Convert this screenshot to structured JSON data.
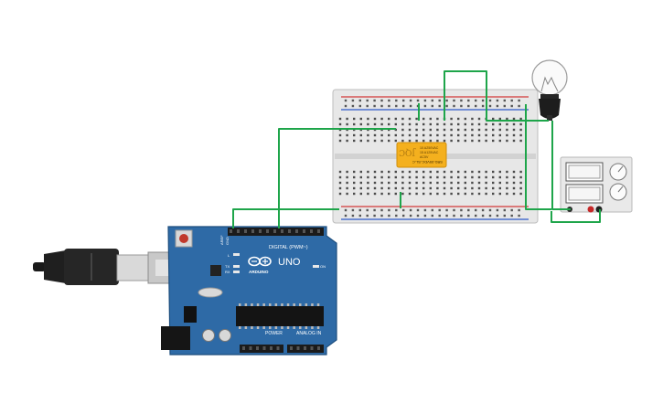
{
  "colors": {
    "wire": "#1ea54a",
    "board": "#2e6aa6",
    "relay": "#f4b01e",
    "breadboard": "#e6e6e6",
    "rail_red": "#d23a3a",
    "rail_blue": "#2d58c8"
  },
  "relay": {
    "brand": "JQC",
    "line1": "10 A250VAC",
    "line2": "15 A125VAC",
    "line3": "AC5V",
    "model": "SRD-05VDC-SL-C"
  },
  "arduino": {
    "logo": "ARDUINO",
    "model": "UNO",
    "digital_label": "DIGITAL (PWM~)",
    "power_label": "POWER",
    "analog_label": "ANALOG IN",
    "on_label": "ON",
    "tx_label": "TX",
    "rx_label": "RX",
    "l_label": "L",
    "aref_label": "AREF",
    "gnd_label": "GND"
  },
  "icons": {
    "usb": "usb-cable-icon",
    "bulb": "light-bulb-icon",
    "power_supply": "power-supply-icon"
  }
}
